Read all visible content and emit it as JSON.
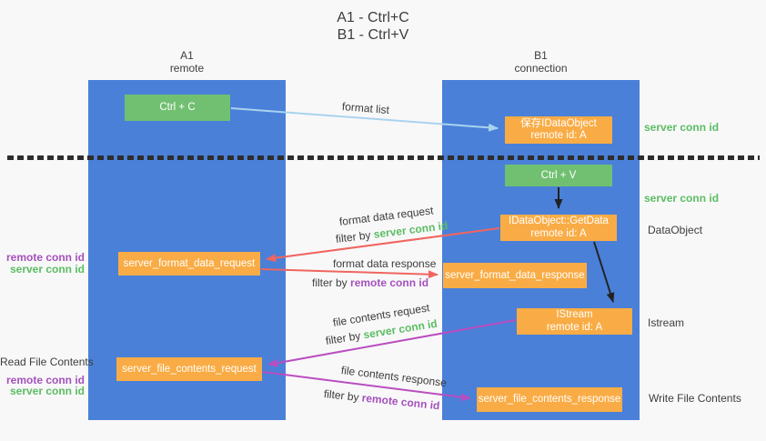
{
  "title": {
    "line1": "A1 - Ctrl+C",
    "line2": "B1 - Ctrl+V"
  },
  "lifelines": {
    "a1": {
      "name": "A1",
      "role": "remote"
    },
    "b1": {
      "name": "B1",
      "role": "connection"
    }
  },
  "nodes": {
    "ctrl_c": {
      "label": "Ctrl + C"
    },
    "ctrl_v": {
      "label": "Ctrl + V"
    },
    "save_dataobject": {
      "line1": "保存IDataObject",
      "line2": "remote id: A"
    },
    "getdata": {
      "line1": "IDataObject::GetData",
      "line2": "remote id: A"
    },
    "format_request": {
      "label": "server_format_data_request"
    },
    "format_response": {
      "label": "server_format_data_response"
    },
    "istream": {
      "line1": "IStream",
      "line2": "remote id: A"
    },
    "file_request": {
      "label": "server_file_contents_request"
    },
    "file_response": {
      "label": "server_file_contents_response"
    }
  },
  "labels": {
    "format_list": "format list",
    "filter_by": "filter by",
    "server_conn_id": "server conn id",
    "remote_conn_id": "remote conn id",
    "format_data_request": "format data request",
    "format_data_response": "format data response",
    "file_contents_request": "file contents request",
    "file_contents_response": "file contents response",
    "dataobject": "DataObject",
    "istream": "Istream",
    "read_file_contents": "Read File Contents",
    "write_file_contents": "Write File Contents"
  },
  "colors": {
    "lifeline_blue": "#4a80d8",
    "action_green": "#71c071",
    "message_orange": "#f9ac45",
    "arrow_light_blue": "#a9d3ee",
    "arrow_red": "#f0655f",
    "arrow_purple": "#ba4ec0",
    "arrow_black": "#222222",
    "label_green": "#5cbd62",
    "label_purple": "#a551bb",
    "text_dark": "#3d3d3d",
    "background": "#f8f8f9"
  }
}
